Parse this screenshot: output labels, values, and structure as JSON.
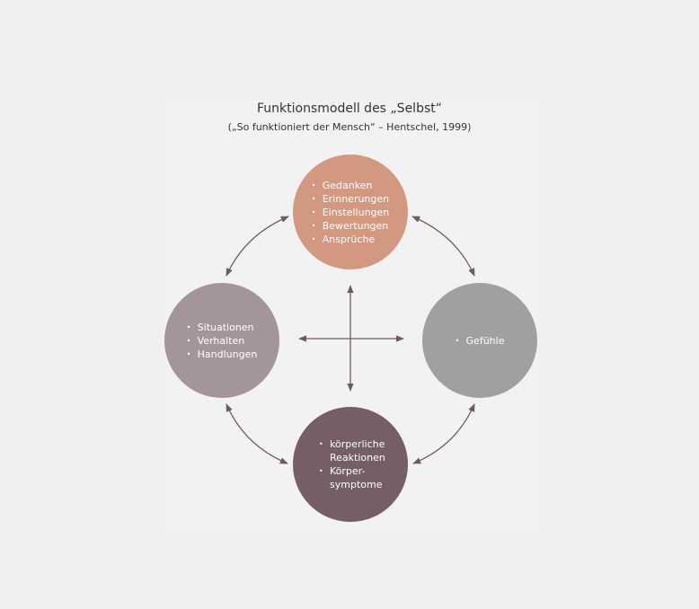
{
  "title": "Funktionsmodell des „Selbst“",
  "subtitle": "(„So funktioniert der Mensch“ – Hentschel, 1999)",
  "nodes": {
    "top": {
      "items": [
        "Gedanken",
        "Erinnerungen",
        "Einstellungen",
        "Bewertungen",
        "Ansprüche"
      ],
      "color": "#d29880"
    },
    "left": {
      "items": [
        "Situationen",
        "Verhalten",
        "Handlungen"
      ],
      "color": "#a4959a"
    },
    "right": {
      "items": [
        "Gefühle"
      ],
      "color": "#a0a0a1"
    },
    "bottom": {
      "items": [
        "körperliche Reaktionen",
        "Körper-symptome"
      ],
      "color": "#755e65"
    }
  },
  "arrow_color": "#6e5a60"
}
